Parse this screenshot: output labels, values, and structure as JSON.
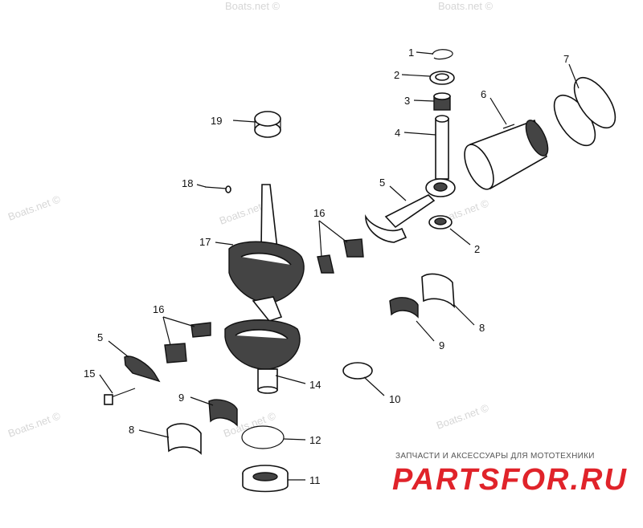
{
  "watermark_text": "Boats.net ©",
  "watermarks": [
    "Boats.net ©",
    "Boats.net ©",
    "Boats.net ©",
    "Boats.net ©",
    "Boats.net ©",
    "Boats.net ©",
    "Boats.net ©",
    "Boats.net ©"
  ],
  "brand": {
    "tagline": "ЗАПЧАСТИ И АКСЕССУАРЫ ДЛЯ МОТОТЕХНИКИ",
    "logo": "PARTSFOR.RU",
    "color": "#e0232a"
  },
  "callouts": [
    "1",
    "2",
    "3",
    "4",
    "5",
    "6",
    "7",
    "2",
    "19",
    "18",
    "16",
    "17",
    "16",
    "5",
    "15",
    "14",
    "9",
    "8",
    "8",
    "9",
    "10",
    "12",
    "11"
  ]
}
